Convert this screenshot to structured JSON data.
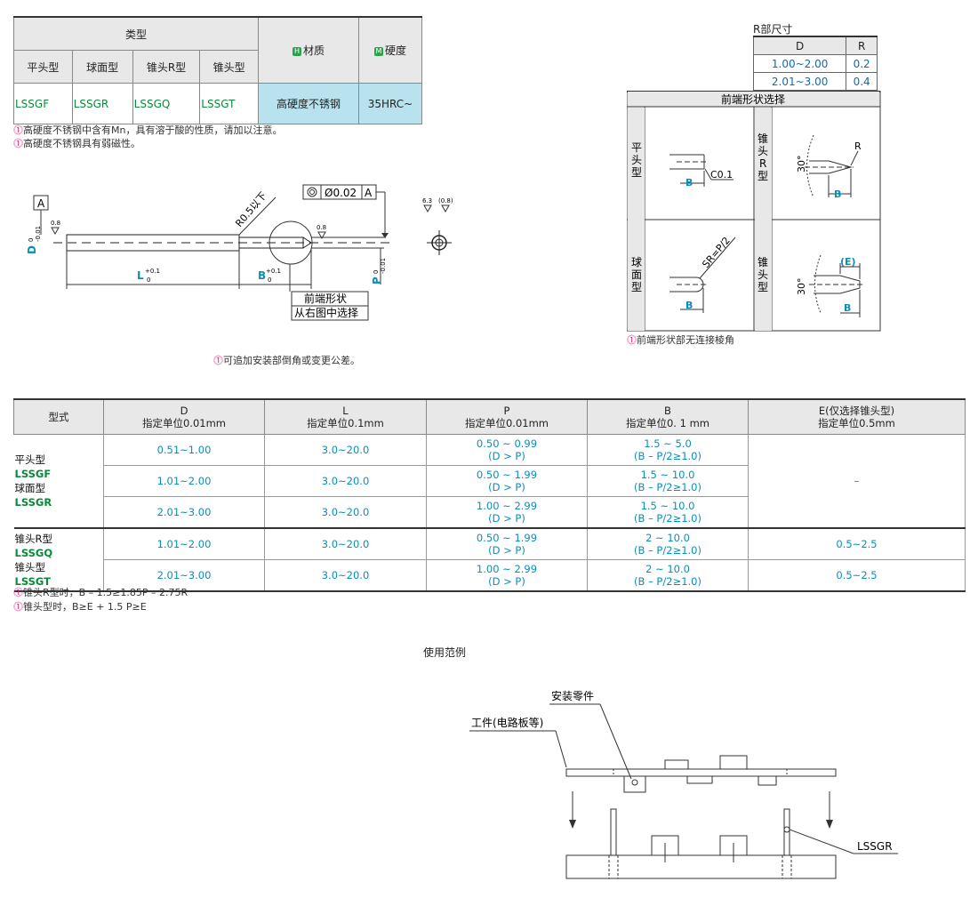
{
  "type_table": {
    "header_type": "类型",
    "types": [
      "平头型",
      "球面型",
      "锥头R型",
      "锥头型"
    ],
    "material_badge": "H",
    "material_label": "材质",
    "hardness_badge": "M",
    "hardness_label": "硬度",
    "codes": [
      "LSSGF",
      "LSSGR",
      "LSSGQ",
      "LSSGT"
    ],
    "material_value": "高硬度不锈钢",
    "hardness_value": "35HRC~"
  },
  "notes_top": [
    "高硬度不锈钢中含有Mn，具有溶于酸的性质，请加以注意。",
    "高硬度不锈钢具有弱磁性。"
  ],
  "drawing": {
    "datum": "A",
    "roughness1": "0.8",
    "roughness2": "0.8",
    "radius_note": "R0.5以下",
    "tolerance_value": "0.02",
    "tolerance_datum": "A",
    "roughness_top": "6.3",
    "roughness_top_paren": "(0.8)",
    "d_label": "D",
    "d_tol_top": "0",
    "d_tol_bottom": "-0.01",
    "l_label": "L",
    "l_tol_top": "+0.1",
    "l_tol_bottom": "0",
    "b_label": "B",
    "b_tol_top": "+0.1",
    "b_tol_bottom": "0",
    "p_label": "P",
    "p_tol_top": "0",
    "p_tol_bottom": "-0.01",
    "tip_label_1": "前端形状",
    "tip_label_2": "从右图中选择",
    "note": "可追加安装部倒角或变更公差。"
  },
  "r_table": {
    "title": "R部尺寸",
    "headers": [
      "D",
      "R"
    ],
    "rows": [
      [
        "1.00~2.00",
        "0.2"
      ],
      [
        "2.01~3.00",
        "0.4"
      ]
    ]
  },
  "tip_shapes": {
    "title": "前端形状选择",
    "flat": {
      "label": "平\n头\n型",
      "chamfer": "C0.1",
      "b": "B"
    },
    "taper_r": {
      "label": "锥\n头\nR\n型",
      "angle": "30°",
      "r": "R",
      "b": "B"
    },
    "sphere": {
      "label": "球\n面\n型",
      "sr": "SR=P/2",
      "b": "B"
    },
    "taper": {
      "label": "锥\n头\n型",
      "angle": "30°",
      "e": "(E)",
      "b": "B"
    },
    "note": "前端形状部无连接棱角"
  },
  "spec_table": {
    "headers": [
      {
        "line1": "型式",
        "line2": ""
      },
      {
        "line1": "D",
        "line2": "指定单位0.01mm"
      },
      {
        "line1": "L",
        "line2": "指定单位0.1mm"
      },
      {
        "line1": "P",
        "line2": "指定单位0.01mm"
      },
      {
        "line1": "B",
        "line2": "指定单位0. 1 mm"
      },
      {
        "line1": "E(仅选择锥头型)",
        "line2": "指定单位0.5mm"
      }
    ],
    "group1": {
      "lines": [
        "平头型",
        "LSSGF",
        "球面型",
        "LSSGR"
      ]
    },
    "group2": {
      "lines": [
        "锥头R型",
        "LSSGQ",
        "锥头型",
        "LSSGT"
      ]
    },
    "rows": [
      {
        "d": "0.51~1.00",
        "l": "3.0~20.0",
        "p1": "0.50 ~ 0.99",
        "p2": "(D > P)",
        "b1": "1.5 ~ 5.0",
        "b2": "(B – P/2≥1.0)",
        "e": "–"
      },
      {
        "d": "1.01~2.00",
        "l": "3.0~20.0",
        "p1": "0.50 ~ 1.99",
        "p2": "(D > P)",
        "b1": "1.5 ~ 10.0",
        "b2": "(B – P/2≥1.0)",
        "e": ""
      },
      {
        "d": "2.01~3.00",
        "l": "3.0~20.0",
        "p1": "1.00 ~ 2.99",
        "p2": "(D > P)",
        "b1": "1.5 ~ 10.0",
        "b2": "(B – P/2≥1.0)",
        "e": ""
      },
      {
        "d": "1.01~2.00",
        "l": "3.0~20.0",
        "p1": "0.50 ~ 1.99",
        "p2": "(D > P)",
        "b1": "2 ~ 10.0",
        "b2": "(B – P/2≥1.0)",
        "e": "0.5~2.5"
      },
      {
        "d": "2.01~3.00",
        "l": "3.0~20.0",
        "p1": "1.00 ~ 2.99",
        "p2": "(D > P)",
        "b1": "2 ~ 10.0",
        "b2": "(B – P/2≥1.0)",
        "e": "0.5~2.5"
      }
    ]
  },
  "notes_bottom": [
    "锥头R型时，B – 1.5≥1.85P – 2.75R",
    "锥头型时，B≥E + 1.5 P≥E"
  ],
  "usage": {
    "title": "使用范例",
    "mount_part": "安装零件",
    "workpiece": "工件(电路板等)",
    "part_code": "LSSGR"
  }
}
